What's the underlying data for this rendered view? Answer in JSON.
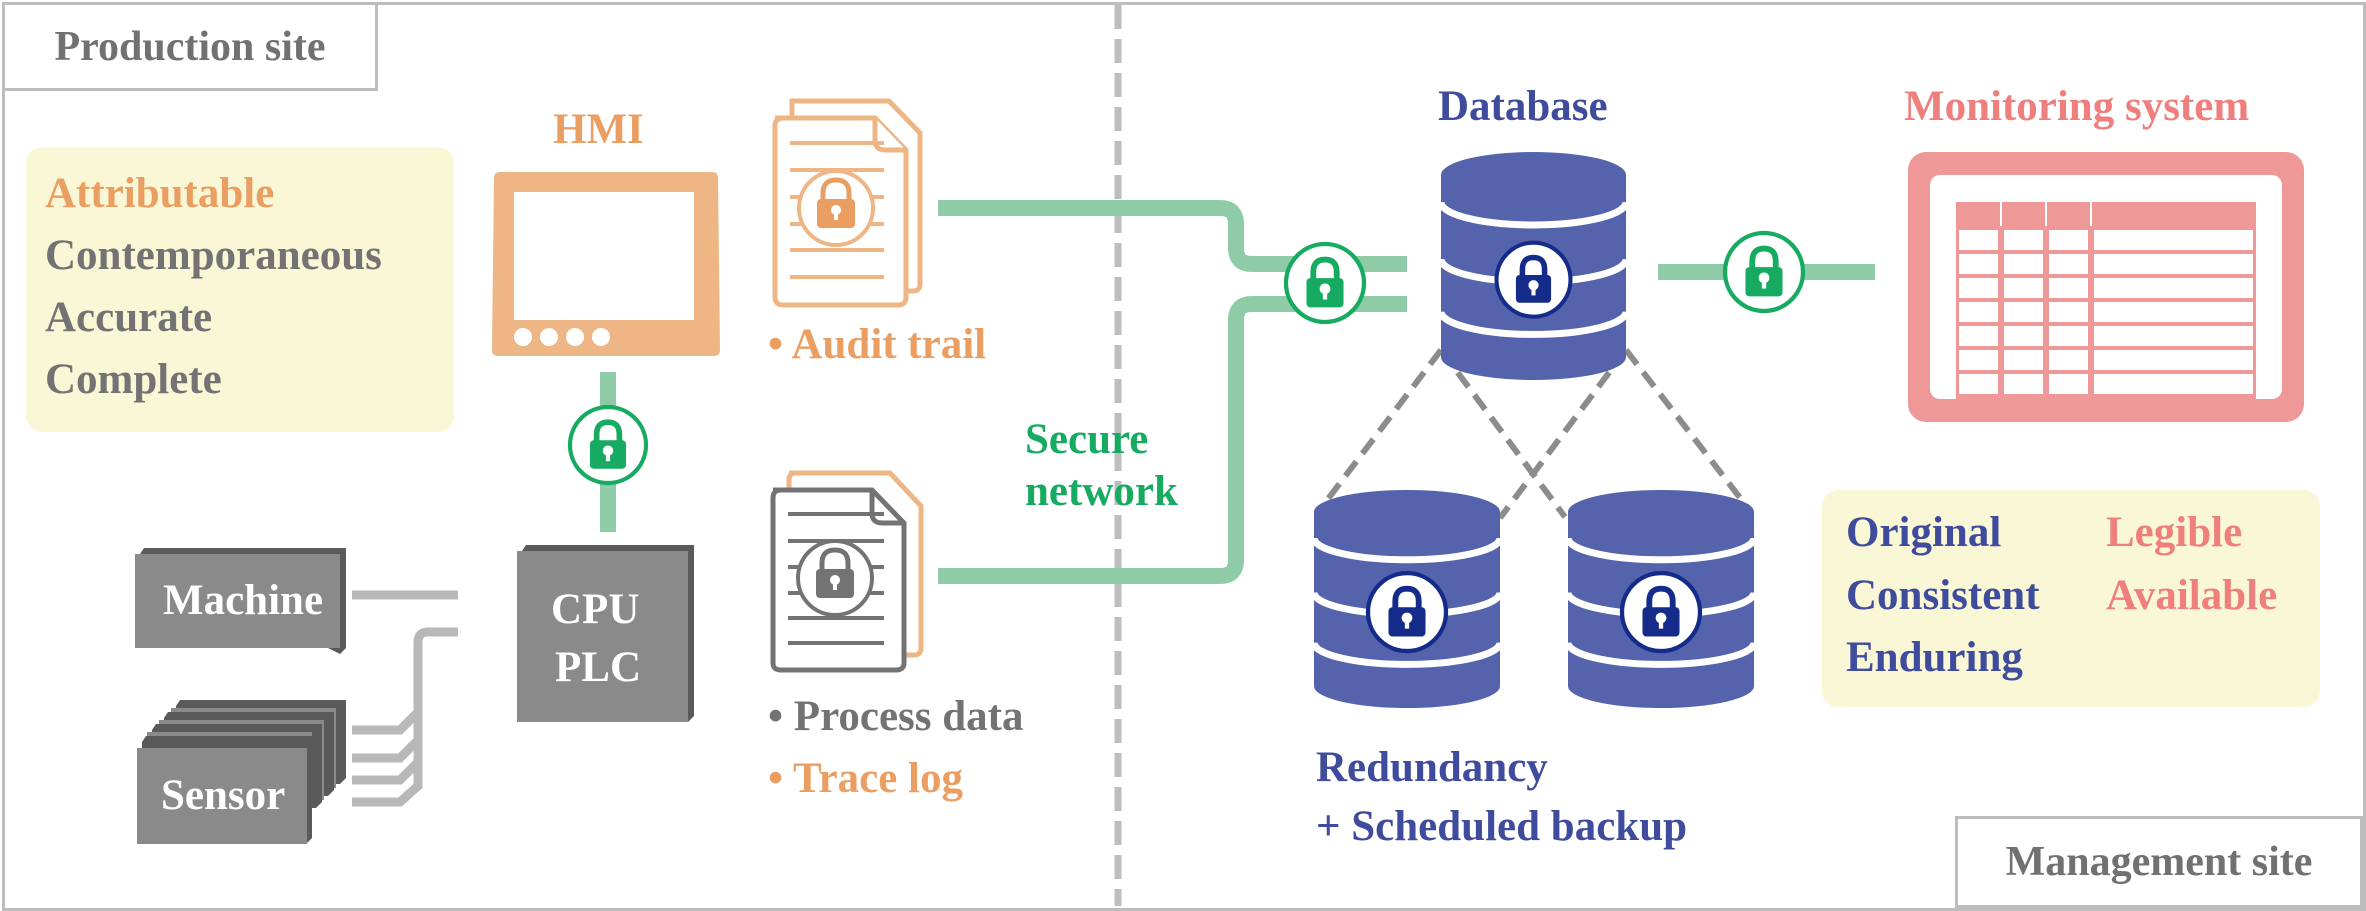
{
  "sites": {
    "production": "Production site",
    "management": "Management site"
  },
  "alcoa_left": [
    {
      "text": "Attributable",
      "color": "orange"
    },
    {
      "text": "Contemporaneous",
      "color": "gray"
    },
    {
      "text": "Accurate",
      "color": "gray"
    },
    {
      "text": "Complete",
      "color": "gray"
    }
  ],
  "alcoa_right": {
    "column1": [
      "Original",
      "Consistent",
      "Enduring"
    ],
    "column2": [
      "Legible",
      "Available"
    ]
  },
  "hmi": {
    "title": "HMI"
  },
  "devices": {
    "machine": "Machine",
    "sensor": "Sensor",
    "cpu_line1": "CPU",
    "cpu_line2": "PLC"
  },
  "documents": {
    "audit_trail": "• Audit trail",
    "process_data": "• Process data",
    "trace_log": "• Trace log"
  },
  "network": {
    "line1": "Secure",
    "line2": "network"
  },
  "database": {
    "title": "Database"
  },
  "monitoring": {
    "title": "Monitoring system"
  },
  "backup": {
    "line1": "Redundancy",
    "line2": "+ Scheduled backup"
  },
  "colors": {
    "orange": "#eb9e62",
    "orange_light": "#eeb585",
    "gray_text": "#737373",
    "device_gray": "#8a8a8a",
    "navy": "#3f4c9d",
    "db_blue": "#5463ab",
    "lock_navy": "#142b8a",
    "pink": "#ef7f7c",
    "pink_light": "#ee9898",
    "green": "#17ab62",
    "green_line": "#8fcba7",
    "yellow_box": "#faf7d7"
  }
}
